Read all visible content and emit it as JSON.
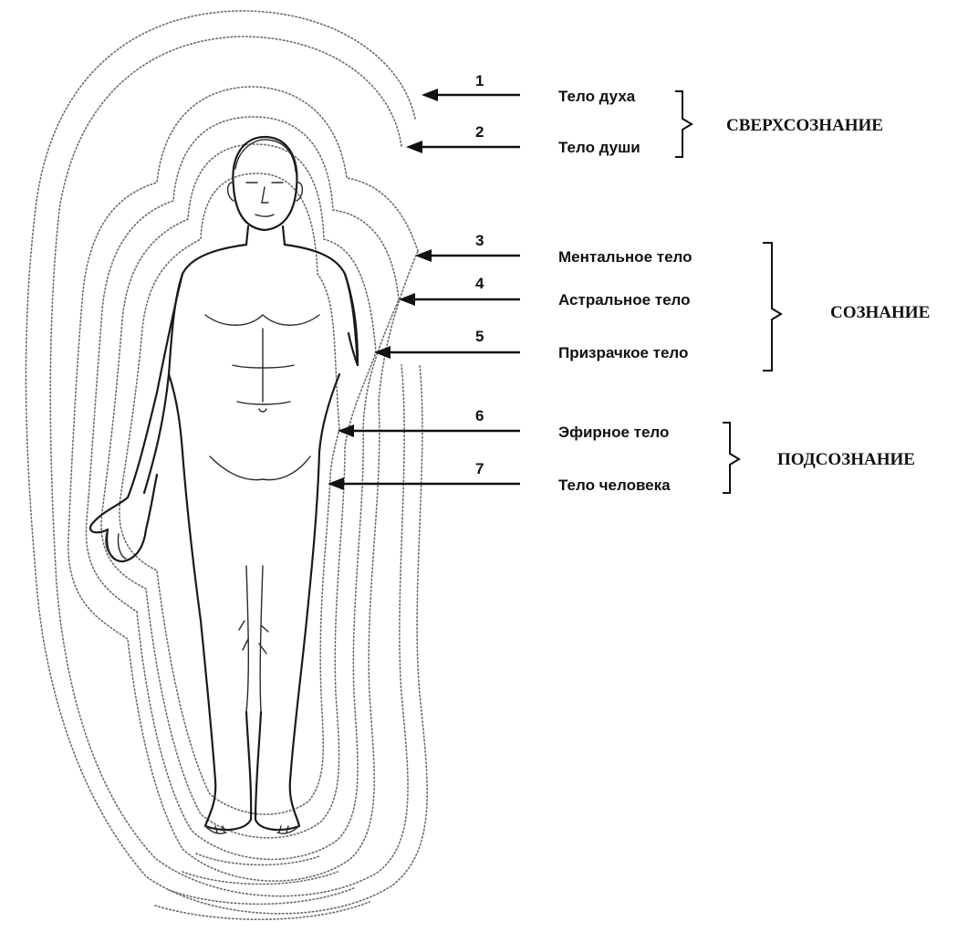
{
  "layers": [
    {
      "number": "1",
      "label": "Тело духа"
    },
    {
      "number": "2",
      "label": "Тело души"
    },
    {
      "number": "3",
      "label": "Ментальное тело"
    },
    {
      "number": "4",
      "label": "Астральное тело"
    },
    {
      "number": "5",
      "label": "Призрачкое тело"
    },
    {
      "number": "6",
      "label": "Эфирное тело"
    },
    {
      "number": "7",
      "label": "Тело человека"
    }
  ],
  "groups": [
    {
      "label": "СВЕРХСОЗНАНИЕ"
    },
    {
      "label": "СОЗНАНИЕ"
    },
    {
      "label": "ПОДСОЗНАНИЕ"
    }
  ]
}
